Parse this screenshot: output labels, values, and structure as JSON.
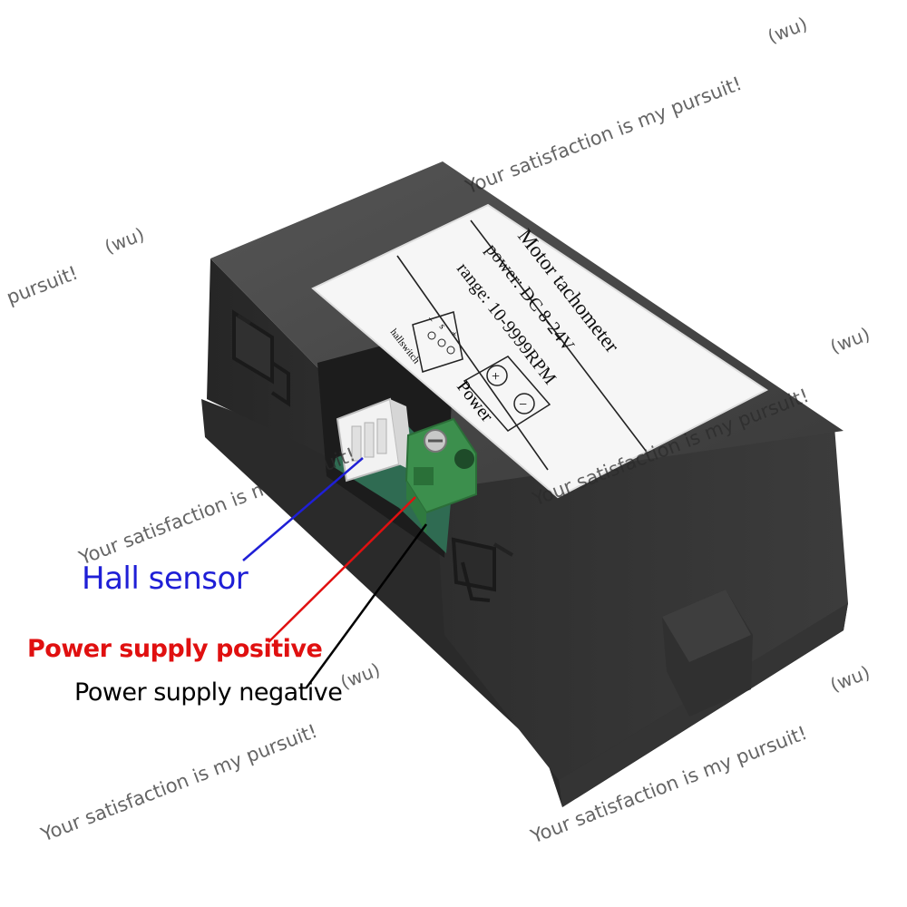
{
  "label": {
    "title": "Motor tachometer",
    "power": "power: DC 8-24V",
    "range": "range: 10-9999RPM",
    "hall_caption": "hallswitch",
    "hall_pins": [
      "−",
      "s",
      "+"
    ],
    "power_caption": "Power",
    "plus_symbol": "+",
    "minus_symbol": "−"
  },
  "callouts": {
    "hall_sensor": "Hall sensor",
    "power_positive": "Power supply positive",
    "power_negative": "Power supply negative"
  },
  "callout_colors": {
    "hall_sensor": "#1f1fd6",
    "power_positive": "#e01010",
    "power_negative": "#000000"
  },
  "watermark": {
    "phrase": "Your satisfaction is my pursuit!",
    "fragment": "pursuit!",
    "initials": "(wu)"
  }
}
